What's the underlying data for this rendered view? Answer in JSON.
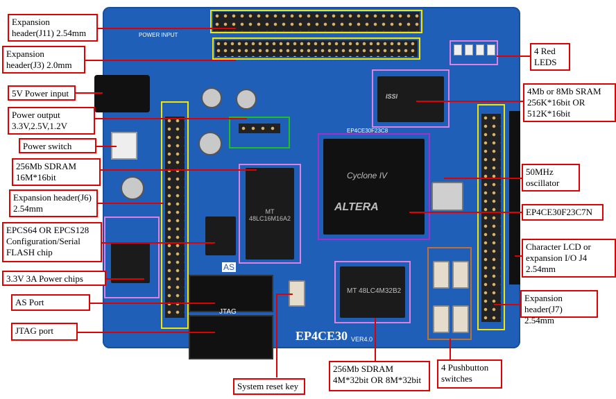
{
  "board": {
    "model_text": "EP4CE30",
    "version_text": "VER4.0",
    "fpga_brand": "ALTERA",
    "fpga_family": "Cyclone IV",
    "fpga_part": "EP4CE30F23C8",
    "as_text": "AS",
    "jtag_text": "JTAG",
    "power_input_text": "POWER INPUT",
    "sram_brand": "ISSI",
    "sdram_text": "MT 48LC4M32B2",
    "sdram16_text": "MT 48LC16M16A2"
  },
  "labels": {
    "j11": "Expansion header(J11) 2.54mm",
    "j3": "Expansion header(J3) 2.0mm",
    "power_in": "5V Power input",
    "power_out": "Power output 3.3V,2.5V,1.2V",
    "power_switch": "Power switch",
    "sdram16": "256Mb SDRAM 16M*16bit",
    "j6": "Expansion header(J6) 2.54mm",
    "epcs": "EPCS64 OR EPCS128 Configuration/Serial FLASH chip",
    "power_chips": "3.3V 3A Power chips",
    "as_port": "AS Port",
    "jtag_port": "JTAG port",
    "reset_key": "System reset key",
    "sdram32": "256Mb SDRAM 4M*32bit OR 8M*32bit",
    "pushbuttons": "4 Pushbutton switches",
    "j7": "Expansion header(J7) 2.54mm",
    "lcd": "Character LCD or expansion I/O J4 2.54mm",
    "fpga": "EP4CE30F23C7N",
    "osc": "50MHz oscillator",
    "sram": "4Mb or 8Mb SRAM 256K*16bit OR 512K*16bit",
    "leds": "4 Red LEDS"
  },
  "colors": {
    "board": "#1f5fb8",
    "callout": "#e10000",
    "yellow_box": "#f5e600",
    "pink_box": "#e080e0",
    "green_box": "#20c020",
    "purple_box": "#a030d0",
    "orange_box": "#c07030"
  }
}
